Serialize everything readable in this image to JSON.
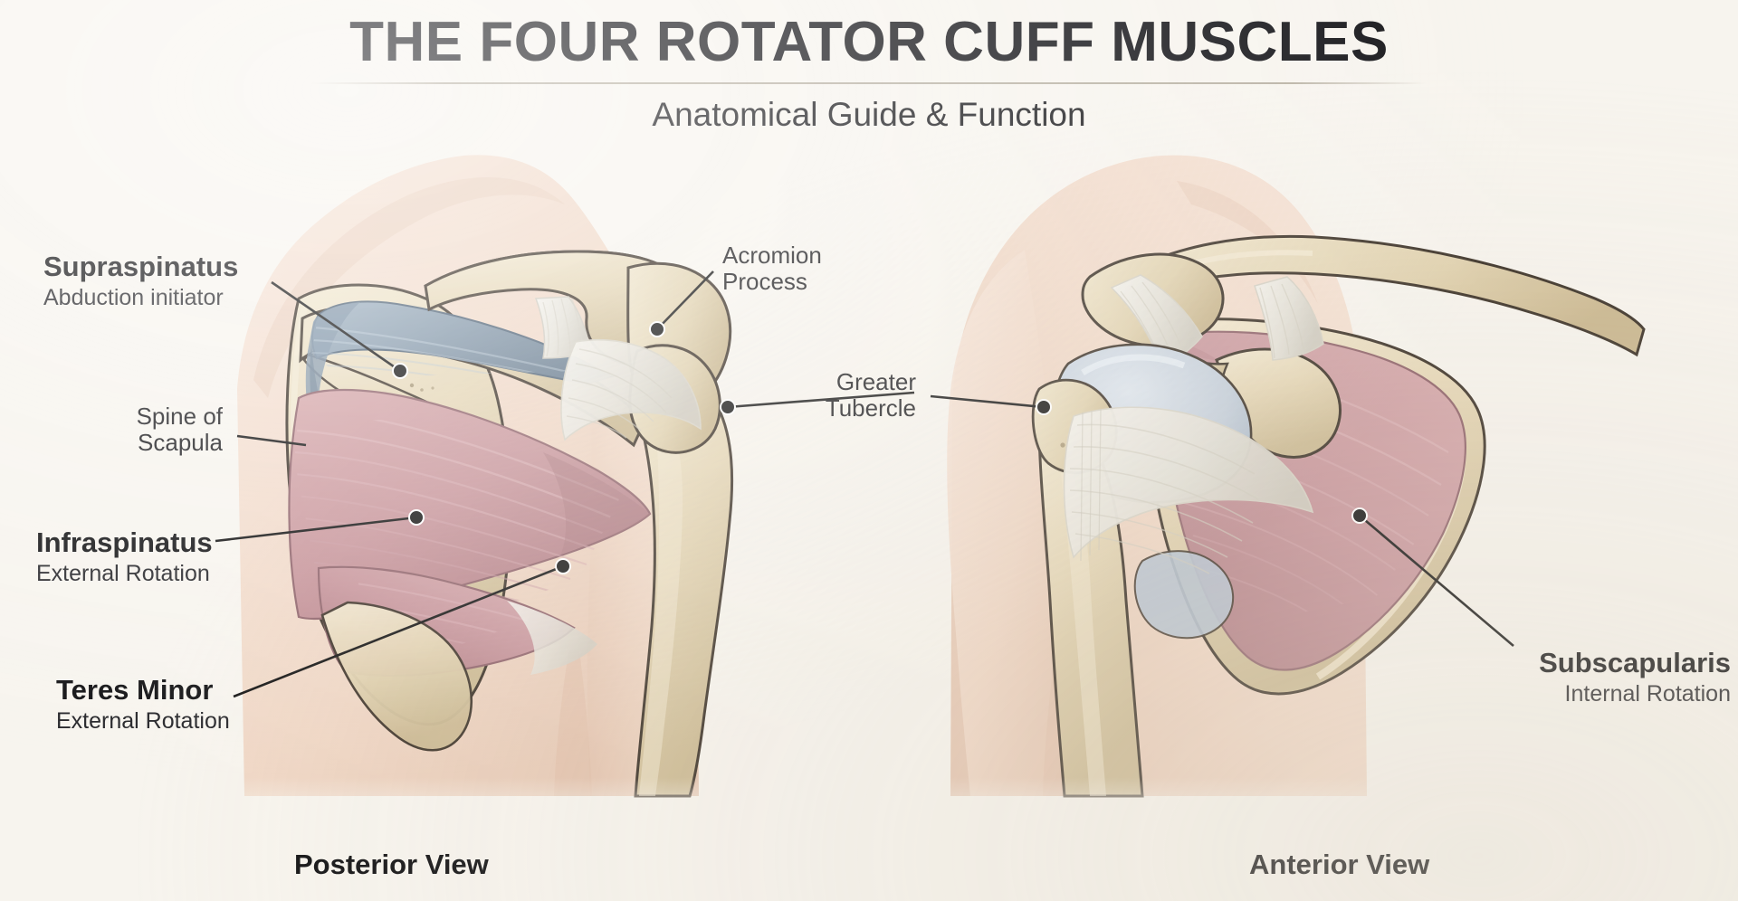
{
  "header": {
    "title": "THE FOUR ROTATOR CUFF MUSCLES",
    "subtitle": "Anatomical Guide & Function"
  },
  "labels": {
    "supraspinatus": {
      "name": "Supraspinatus",
      "function": "Abduction initiator"
    },
    "infraspinatus": {
      "name": "Infraspinatus",
      "function": "External Rotation"
    },
    "teres_minor": {
      "name": "Teres Minor",
      "function": "External Rotation"
    },
    "subscapularis": {
      "name": "Subscapularis",
      "function": "Internal Rotation"
    },
    "spine_of_scapula": {
      "line1": "Spine of",
      "line2": "Scapula"
    },
    "acromion": {
      "line1": "Acromion",
      "line2": "Process"
    },
    "greater_tubercle": {
      "line1": "Greater",
      "line2": "Tubercle"
    }
  },
  "captions": {
    "posterior": "Posterior View",
    "anterior": "Anterior View"
  },
  "colors": {
    "background": "#f7f4ee",
    "title_text": "#16161a",
    "rule": "#b9b2a4",
    "skin": "#f0d9c9",
    "skin_shadow": "#e0c0ab",
    "bone": "#e6d8ba",
    "bone_shadow": "#cdbc98",
    "bone_outline": "#3a3026",
    "muscle_red": "#c9969a",
    "muscle_red_dark": "#b07e84",
    "supraspinatus_blue": "#8fa3b5",
    "supraspinatus_blue_dark": "#6d8296",
    "cartilage": "#c3cedb",
    "tendon": "#eceae4",
    "leader_line": "#111111"
  },
  "figures": {
    "posterior": {
      "view": "posterior",
      "muscles_shown": [
        "Supraspinatus",
        "Infraspinatus",
        "Teres Minor"
      ]
    },
    "anterior": {
      "view": "anterior",
      "muscles_shown": [
        "Subscapularis"
      ]
    }
  }
}
